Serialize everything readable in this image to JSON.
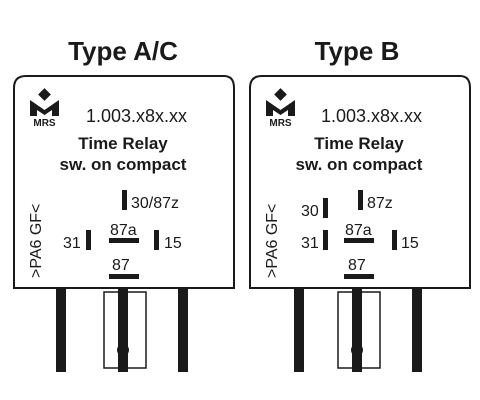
{
  "colors": {
    "ink": "#1a1a1a",
    "background": "#ffffff",
    "housing": "#ffffff"
  },
  "relays": [
    {
      "heading": "Type A/C",
      "brand": "MRS",
      "part_number": "1.003.x8x.xx",
      "title_line1": "Time Relay",
      "title_line2": "sw. on compact",
      "material": ">PA6 GF<",
      "terminals": {
        "t30_87z": "30/87z",
        "t31": "31",
        "t87a": "87a",
        "t15": "15",
        "t87": "87"
      }
    },
    {
      "heading": "Type B",
      "brand": "MRS",
      "part_number": "1.003.x8x.xx",
      "title_line1": "Time Relay",
      "title_line2": "sw. on compact",
      "material": ">PA6 GF<",
      "terminals": {
        "t30": "30",
        "t87z": "87z",
        "t31": "31",
        "t87a": "87a",
        "t15": "15",
        "t87": "87"
      }
    }
  ]
}
